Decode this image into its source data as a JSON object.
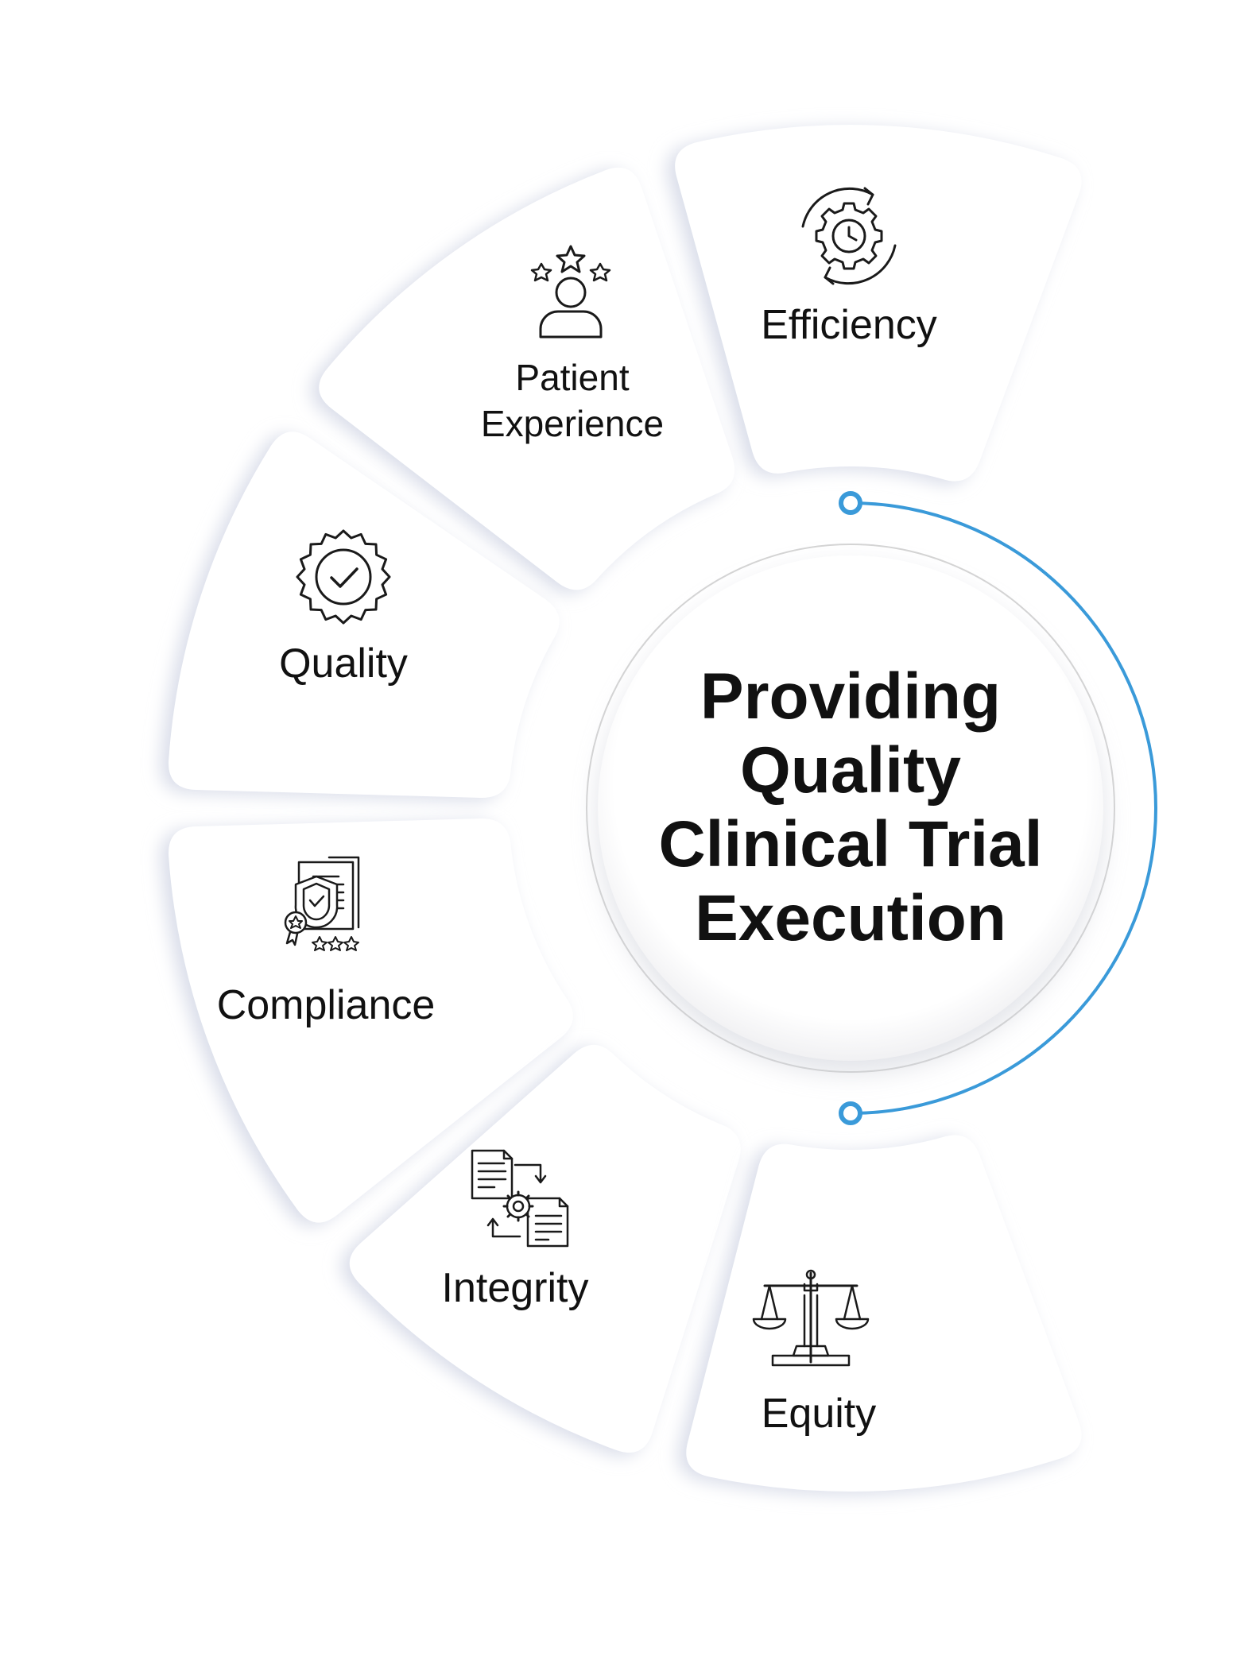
{
  "diagram": {
    "center_title_lines": [
      "Providing",
      "Quality",
      "Clinical Trial",
      "Execution"
    ],
    "segments": [
      {
        "id": "efficiency",
        "label_lines": [
          "Efficiency"
        ],
        "icon": "gear-clock-cycle-icon"
      },
      {
        "id": "patient-experience",
        "label_lines": [
          "Patient",
          "Experience"
        ],
        "icon": "person-stars-icon"
      },
      {
        "id": "quality",
        "label_lines": [
          "Quality"
        ],
        "icon": "badge-check-icon"
      },
      {
        "id": "compliance",
        "label_lines": [
          "Compliance"
        ],
        "icon": "document-shield-icon"
      },
      {
        "id": "integrity",
        "label_lines": [
          "Integrity"
        ],
        "icon": "document-gear-exchange-icon"
      },
      {
        "id": "equity",
        "label_lines": [
          "Equity"
        ],
        "icon": "balance-scale-icon"
      }
    ],
    "colors": {
      "accent": "#3a9ad9",
      "text": "#111111",
      "segment_fill": "#ffffff",
      "segment_shadow": "#d9dde9",
      "icon_stroke": "#1a1a1a",
      "center_ring": "#d4d4d4"
    }
  }
}
